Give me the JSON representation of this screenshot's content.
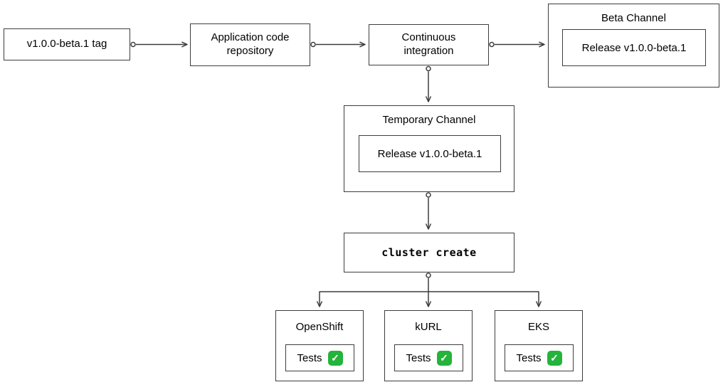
{
  "nodes": {
    "tag": {
      "label": "v1.0.0-beta.1 tag"
    },
    "repo": {
      "label": "Application code repository"
    },
    "ci": {
      "label": "Continuous integration"
    },
    "beta_channel": {
      "title": "Beta Channel",
      "release_label": "Release v1.0.0-beta.1"
    },
    "temporary_channel": {
      "title": "Temporary Channel",
      "release_label": "Release v1.0.0-beta.1"
    },
    "cluster_create": {
      "label": "cluster create"
    },
    "clusters": [
      {
        "title": "OpenShift",
        "tests_label": "Tests"
      },
      {
        "title": "kURL",
        "tests_label": "Tests"
      },
      {
        "title": "EKS",
        "tests_label": "Tests"
      }
    ]
  },
  "edges": [
    {
      "from": "v1.0.0-beta.1 tag",
      "to": "Application code repository"
    },
    {
      "from": "Application code repository",
      "to": "Continuous integration"
    },
    {
      "from": "Continuous integration",
      "to": "Beta Channel"
    },
    {
      "from": "Continuous integration",
      "to": "Temporary Channel"
    },
    {
      "from": "Temporary Channel",
      "to": "cluster create"
    },
    {
      "from": "cluster create",
      "to": "OpenShift"
    },
    {
      "from": "cluster create",
      "to": "kURL"
    },
    {
      "from": "cluster create",
      "to": "EKS"
    }
  ],
  "icons": {
    "check": "✓"
  },
  "colors": {
    "line": "#3d3d3d",
    "background": "#ffffff",
    "check_green": "#24b33b",
    "check_mark": "#ffffff"
  }
}
